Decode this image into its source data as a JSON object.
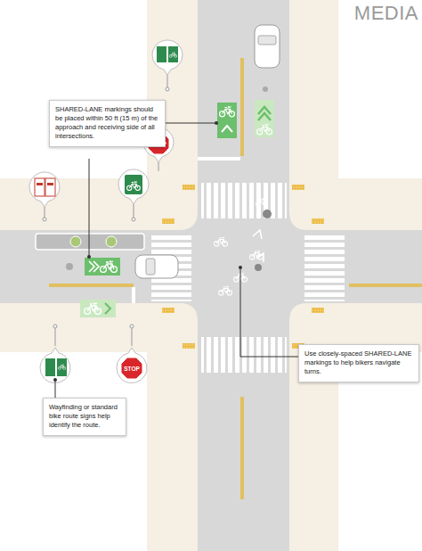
{
  "diagram": {
    "nodes": [
      {
        "text": [
          "SHARED-LANE markings should be placed within 50 ft (15 m) of the approach and receiving side of all intersections."
        ]
      },
      {
        "text": [
          "Use closely-spaced SHARED-LANE markings to help bikers navigate turns."
        ]
      },
      {
        "text": [
          "Wayfinding or standard bike route signs help identify the route."
        ]
      }
    ],
    "labels": [
      "MEDIA",
      "STOP",
      "STOP"
    ]
  }
}
